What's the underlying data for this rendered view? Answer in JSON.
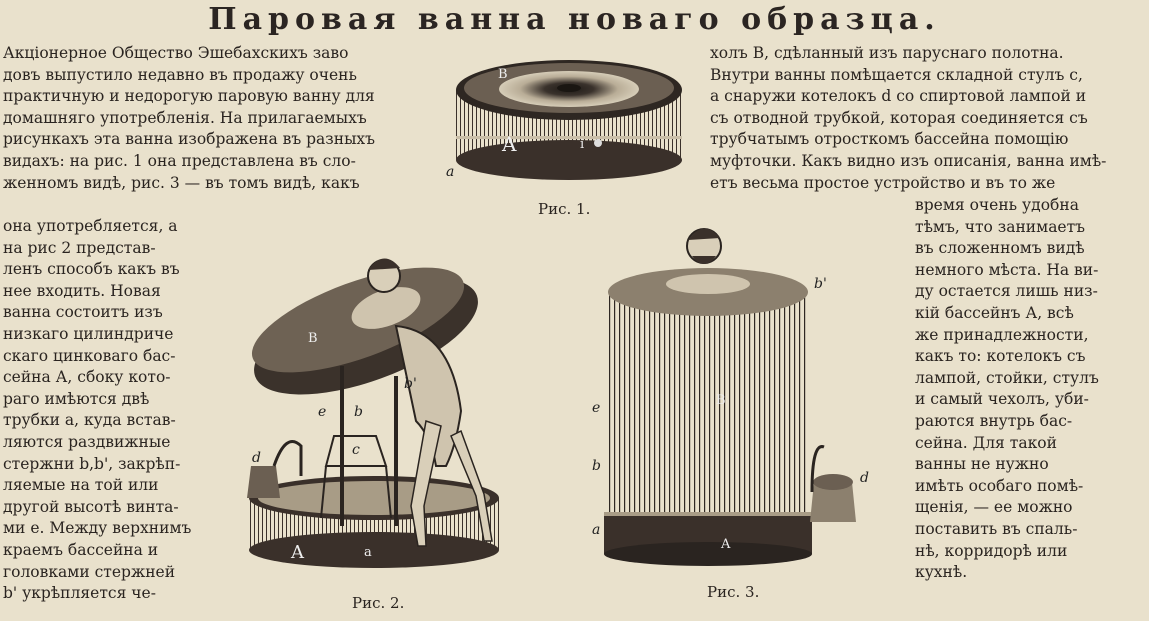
{
  "title": "Паровая ванна новаго образца.",
  "left_column": {
    "top_lines": [
      "Акціонерное Общество Эшебахскихъ заво",
      "довъ выпустило недавно въ продажу очень",
      "практичную и недорогую паровую ванну для",
      "домашняго употребленія. На прилагаемыхъ",
      "рисункахъ эта ванна изображена въ разныхъ",
      "видахъ: на рис. 1 она представлена въ сло-",
      "женномъ видѣ, рис. 3 — въ томъ видѣ, какъ"
    ],
    "narrow_lines": [
      "она употребляется, а",
      "на рис 2 представ-",
      "ленъ способъ какъ въ",
      "нее входить. Новая",
      "ванна состоитъ изъ",
      "низкаго цилиндриче",
      "скаго цинковаго бас-",
      "сейна А, сбоку кото-",
      "раго имѣются двѣ",
      "трубки а, куда встав-",
      "ляются раздвижные",
      "стержни b,b', закрѣп-",
      "ляемые на той или",
      "другой высотѣ винта-",
      "ми е. Между верхнимъ",
      "краемъ бассейна и",
      "головками стержней",
      "b' укрѣпляется че-"
    ]
  },
  "right_column": {
    "top_lines": [
      "холъ В, сдѣланный изъ паруснаго полотна.",
      "Внутри ванны помѣщается складной стулъ с,",
      "а снаружи котелокъ d со спиртовой лампой и",
      "съ отводной трубкой, которая соединяется съ",
      "трубчатымъ отросткомъ бассейна помощію",
      "муфточки. Какъ видно изъ описанія, ванна имѣ-",
      "етъ весьма простое устройство и въ то же"
    ],
    "narrow_lines": [
      "время очень удобна",
      "тѣмъ, что занимаетъ",
      "въ сложенномъ видѣ",
      "немного мѣста. На ви-",
      "ду остается лишь низ-",
      "кій бассейнъ А, всѣ",
      "же принадлежности,",
      "какъ то: котелокъ съ",
      "лампой, стойки, стулъ",
      "и самый чехолъ, уби-",
      "раются внутрь бас-",
      "сейна. Для такой",
      "ванны не нужно",
      "имѣть особаго помѣ-",
      "щенія, — ее можно",
      "поставить въ спаль-",
      "нѣ, корридорѣ или",
      "кухнѣ."
    ]
  },
  "figures": {
    "fig1": {
      "caption": "Рис. 1.",
      "labels": [
        "B",
        "A",
        "a",
        "i"
      ]
    },
    "fig2": {
      "caption": "Рис. 2.",
      "labels": [
        "B",
        "A",
        "a",
        "b",
        "b'",
        "c",
        "d",
        "e"
      ]
    },
    "fig3": {
      "caption": "Рис. 3.",
      "labels": [
        "B",
        "A",
        "a",
        "b",
        "b'",
        "d",
        "e"
      ]
    }
  }
}
